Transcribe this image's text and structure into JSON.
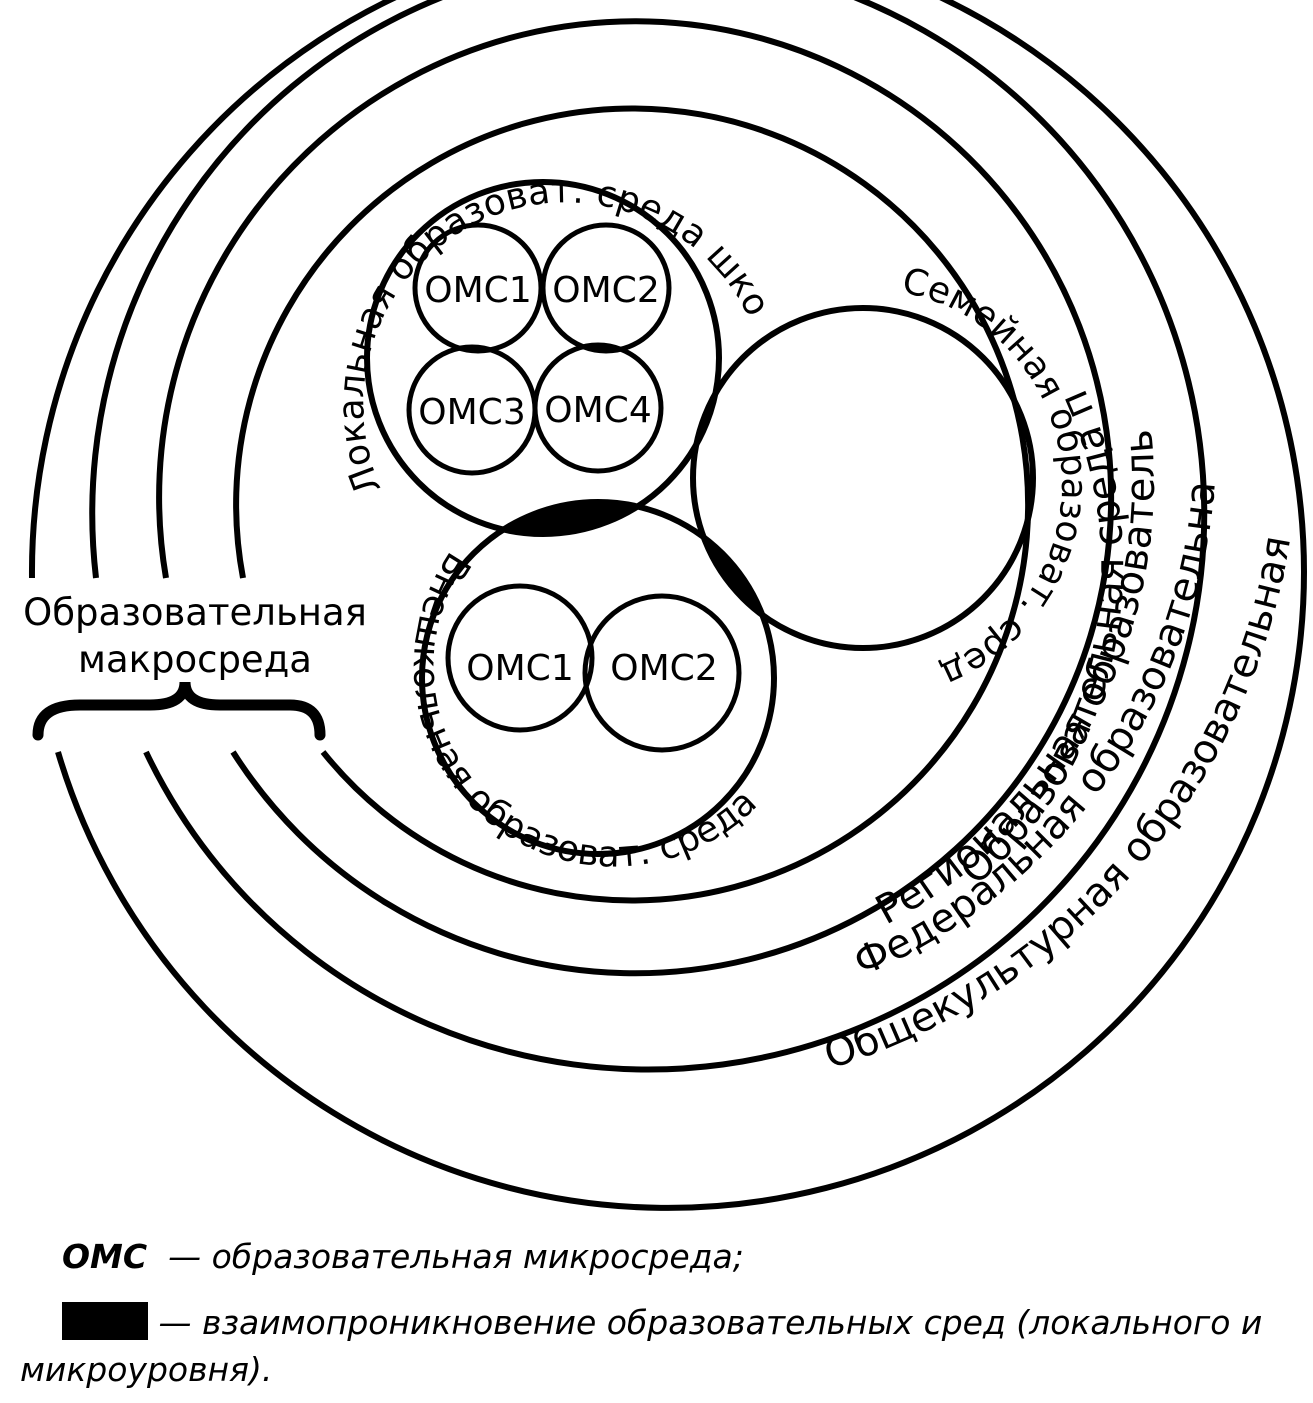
{
  "diagram": {
    "macro_label_line1": "Образовательная",
    "macro_label_line2": "макросреда",
    "rings": [
      "Образовательная среда поселения",
      "Региональная образовательная среда",
      "Федеральная образовательная среда",
      "Общекультурная образовательная среда"
    ],
    "school_env": "Локальная образоват. среда школы",
    "family_env": "Семейная образоват. среда",
    "extracurricular_env": "Внешкольная образоват. среда",
    "school_micro": [
      "ОМС1",
      "ОМС2",
      "ОМС3",
      "ОМС4"
    ],
    "extra_micro": [
      "ОМС1",
      "ОМС2"
    ]
  },
  "legend": {
    "abbr": "ОМС",
    "abbr_text": "— образовательная микросреда;",
    "swatch_text": "— взаимопроникновение образовательных сред (локального и",
    "swatch_text_cont": "микроуровня)."
  }
}
